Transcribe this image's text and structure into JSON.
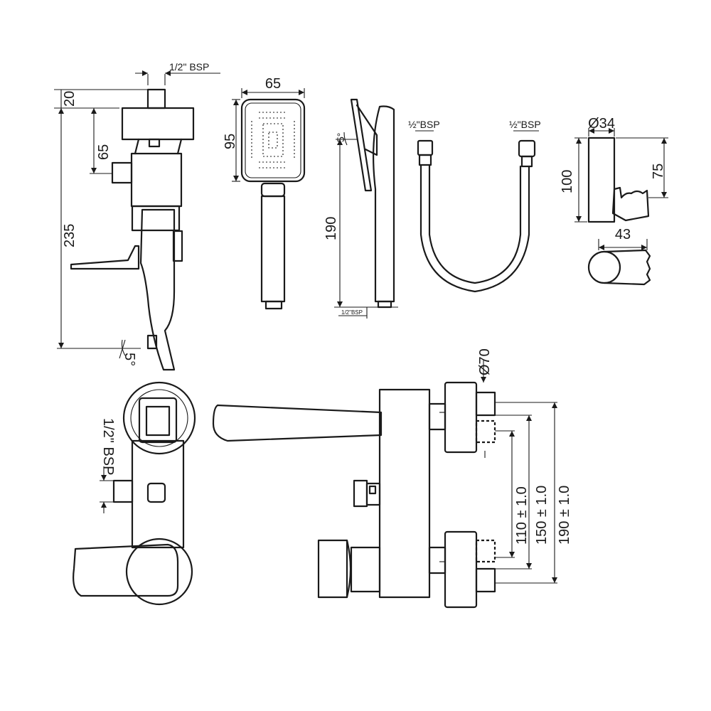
{
  "dimensions": {
    "inlet_thread_top": "1/2\" BSP",
    "height_20": "20",
    "height_65": "65",
    "height_235": "235",
    "spout_angle": "5°",
    "head_width": "65",
    "head_height": "95",
    "handshower_length": "190",
    "head_angle": "5°",
    "handshower_thread": "1/2\"BSP",
    "hose_thread_left": "½\"BSP",
    "hose_thread_right": "½\"BSP",
    "holder_diameter": "Ø34",
    "holder_height": "100",
    "holder_hook_height": "75",
    "holder_width": "43",
    "inlet_thread_front": "1/2\" BSP",
    "flange_diameter": "Ø70",
    "centers_110": "110 ± 1.0",
    "centers_150": "150 ± 1.0",
    "centers_190": "190 ± 1.0"
  }
}
